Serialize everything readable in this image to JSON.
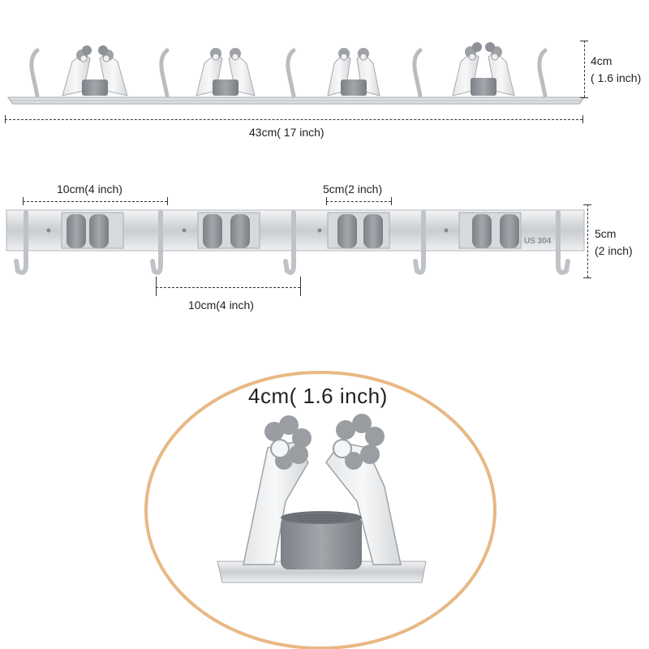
{
  "top_view": {
    "height_label_cm": "4cm",
    "height_label_inch": "( 1.6 inch)",
    "length_label": "43cm( 17 inch)"
  },
  "front_view": {
    "clip_spacing_label": "10cm(4 inch)",
    "clip_width_label": "5cm(2 inch)",
    "hook_spacing_label": "10cm(4 inch)",
    "height_label_cm": "5cm",
    "height_label_inch": "(2 inch)",
    "engraving": "US 304"
  },
  "detail": {
    "clip_height_label": "4cm( 1.6 inch)"
  },
  "colors": {
    "steel": "#d9dbdd",
    "grip_gray": "#8e9197",
    "oval_border": "#e8b884"
  }
}
